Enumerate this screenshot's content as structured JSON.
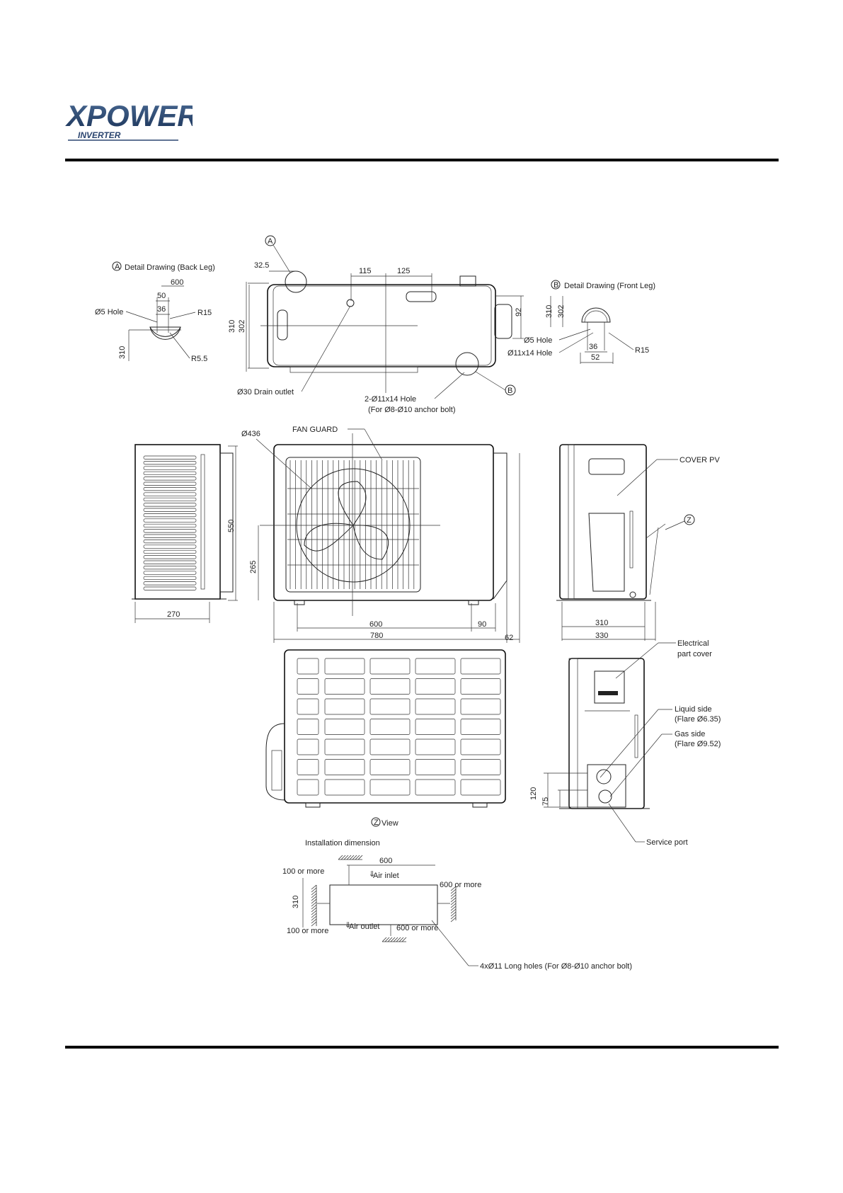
{
  "logo": {
    "brand": "XPOWER",
    "sub": "INVERTER"
  },
  "detail_a": {
    "marker": "A",
    "title": "Detail Drawing (Back Leg)",
    "d600": "600",
    "d50": "50",
    "d36": "36",
    "hole": "Ø5 Hole",
    "r15": "R15",
    "r55": "R5.5",
    "d310": "310"
  },
  "top_view": {
    "marker_a": "A",
    "marker_b": "B",
    "d325": "32.5",
    "d115": "115",
    "d125": "125",
    "d310": "310",
    "d302": "302",
    "d92": "92",
    "drain": "Ø30 Drain outlet",
    "hole_label": "2-Ø11x14 Hole",
    "hole_note": "(For Ø8-Ø10 anchor bolt)"
  },
  "detail_b": {
    "marker": "B",
    "title": "Detail Drawing (Front Leg)",
    "d310": "310",
    "d302": "302",
    "hole5": "Ø5 Hole",
    "hole11": "Ø11x14 Hole",
    "r15": "R15",
    "d36": "36",
    "d52": "52"
  },
  "front": {
    "fan_dia": "Ø436",
    "fan_guard": "FAN GUARD",
    "d265": "265",
    "d600": "600",
    "d90": "90",
    "d780": "780",
    "d62": "62"
  },
  "left_side": {
    "d550": "550",
    "d270": "270"
  },
  "right_side": {
    "cover": "COVER PV",
    "z_marker": "Z",
    "d310": "310",
    "d330": "330"
  },
  "back": {
    "z_marker": "Z",
    "view": "View"
  },
  "right_back": {
    "elec1": "Electrical",
    "elec2": "part cover",
    "liq1": "Liquid side",
    "liq2": "(Flare Ø6.35)",
    "gas1": "Gas side",
    "gas2": "(Flare Ø9.52)",
    "d120": "120",
    "d75": "75",
    "service": "Service port"
  },
  "install": {
    "title": "Installation dimension",
    "d600": "600",
    "left_top": "100 or more",
    "air_inlet": "Air inlet",
    "right": "600 or more",
    "d310": "310",
    "left_bottom": "100 or more",
    "air_outlet": "Air outlet",
    "bottom": "600 or more",
    "long_holes": "4xØ11 Long holes (For Ø8-Ø10 anchor bolt)"
  }
}
